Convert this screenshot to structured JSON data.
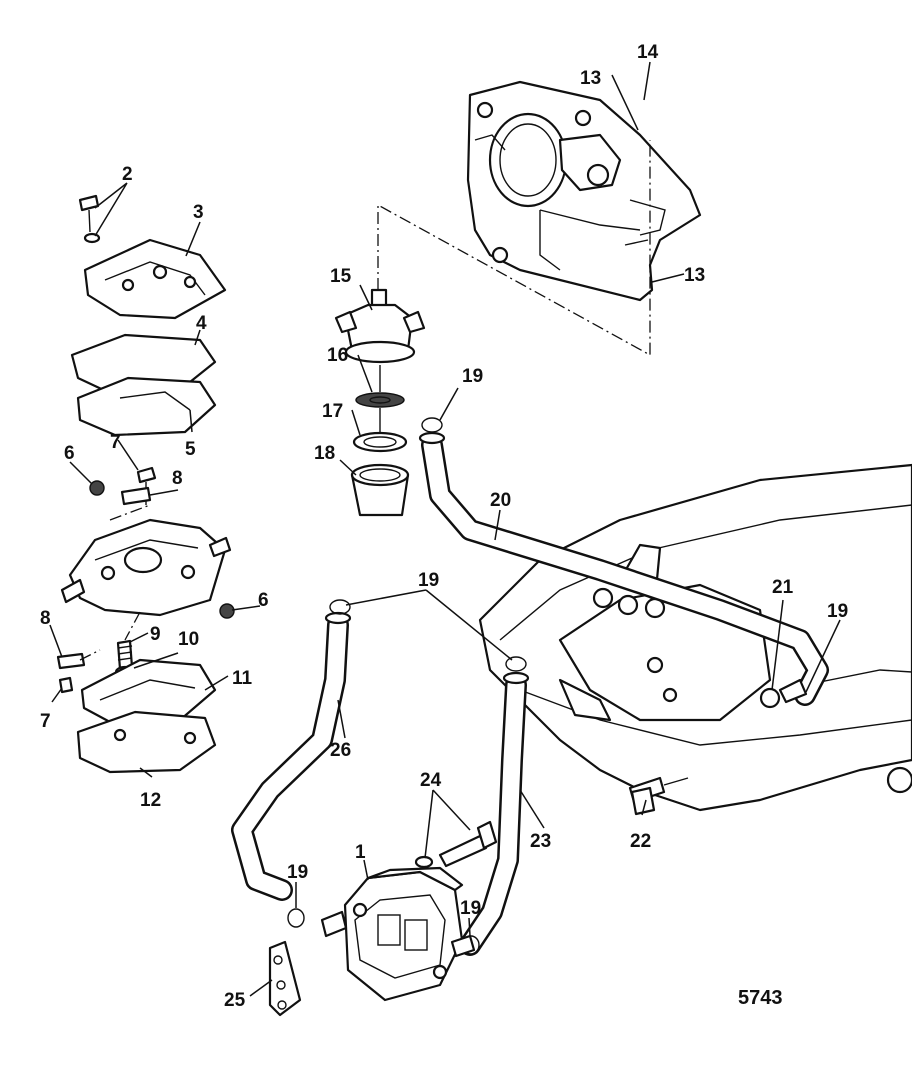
{
  "diagram": {
    "figure_number": "5743",
    "callouts": {
      "c1": "1",
      "c2": "2",
      "c3": "3",
      "c4": "4",
      "c5": "5",
      "c6a": "6",
      "c6b": "6",
      "c7a": "7",
      "c7b": "7",
      "c8a": "8",
      "c8b": "8",
      "c9": "9",
      "c10": "10",
      "c11": "11",
      "c12": "12",
      "c13a": "13",
      "c13b": "13",
      "c14": "14",
      "c15": "15",
      "c16": "16",
      "c17": "17",
      "c18": "18",
      "c19a": "19",
      "c19b": "19",
      "c19c": "19",
      "c19d": "19",
      "c19e": "19",
      "c20": "20",
      "c21": "21",
      "c22": "22",
      "c23": "23",
      "c24": "24",
      "c25": "25",
      "c26": "26"
    }
  }
}
